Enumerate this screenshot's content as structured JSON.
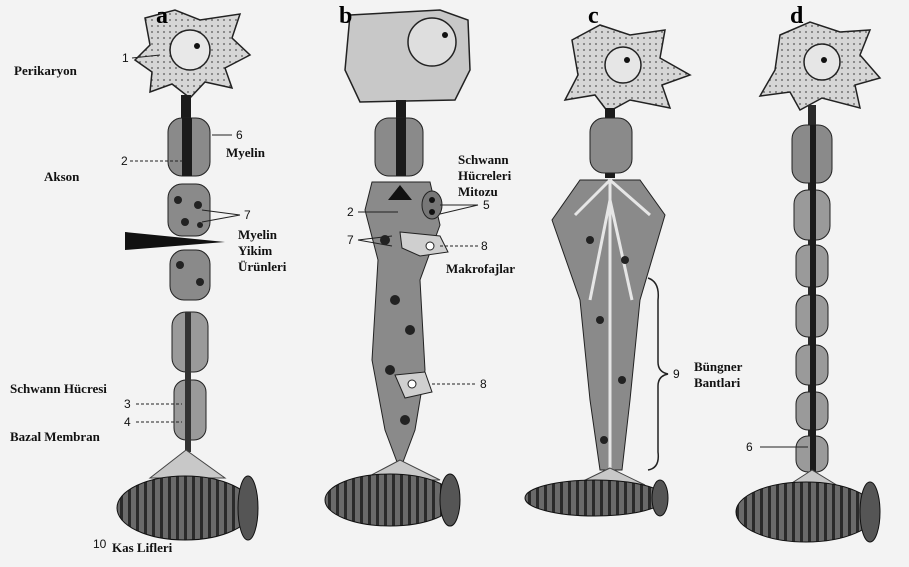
{
  "panels": [
    "a",
    "b",
    "c",
    "d"
  ],
  "labels": {
    "perikaryon": "Perikaryon",
    "akson": "Akson",
    "myelin": "Myelin",
    "myelin_yikim_1": "Myelin",
    "myelin_yikim_2": "Yikim",
    "myelin_yikim_3": "Ürünleri",
    "schwann_hucresi": "Schwann Hücresi",
    "bazal_membran": "Bazal Membran",
    "kas_lifleri": "Kas Lifleri",
    "schwann_mitozu_1": "Schwann",
    "schwann_mitozu_2": "Hücreleri",
    "schwann_mitozu_3": "Mitozu",
    "makrofajlar": "Makrofajlar",
    "bungner_1": "Büngner",
    "bungner_2": "Bantlari"
  },
  "numbers": {
    "n1": "1",
    "n2a": "2",
    "n6a": "6",
    "n7a": "7",
    "n3": "3",
    "n4": "4",
    "n10": "10",
    "n2b": "2",
    "n7b": "7",
    "n5": "5",
    "n8a": "8",
    "n8b": "8",
    "n9": "9",
    "n6d": "6"
  },
  "colors": {
    "cell": "#d9d9d9",
    "dark": "#1b1b1b",
    "sheath": "#7a7a7a",
    "bg": "#f3f3f3"
  }
}
